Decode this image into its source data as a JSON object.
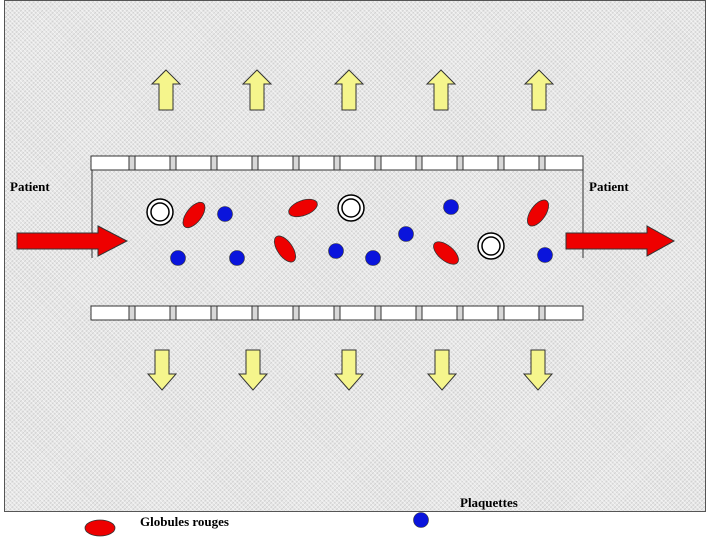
{
  "labels": {
    "patient_in": "Patient",
    "patient_out": "Patient",
    "legend_rbc": "Globules  rouges",
    "legend_platelets": "Plaquettes"
  },
  "colors": {
    "red_cell": "#ee0000",
    "platelet": "#0a14dc",
    "arrow_red": "#ee0000",
    "arrow_yellow": "#f5f58c",
    "membrane_cell": "#ffffff"
  }
}
